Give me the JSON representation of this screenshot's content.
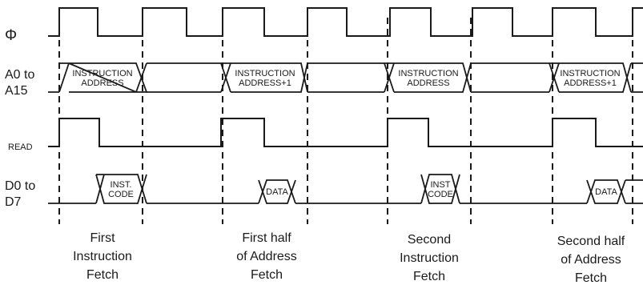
{
  "signals": {
    "clock": "Φ",
    "address_line1": "A0 to",
    "address_line2": "A15",
    "read": "READ",
    "data_line1": "D0 to",
    "data_line2": "D7"
  },
  "address_bus": [
    {
      "line1": "INSTRUCTION",
      "line2": "ADDRESS"
    },
    {
      "line1": "INSTRUCTION",
      "line2": "ADDRESS+1"
    },
    {
      "line1": "INSTRUCTION",
      "line2": "ADDRESS"
    },
    {
      "line1": "INSTRUCTION",
      "line2": "ADDRESS+1"
    }
  ],
  "data_bus": [
    {
      "line1": "INST.",
      "line2": "CODE"
    },
    {
      "line1": "DATA",
      "line2": ""
    },
    {
      "line1": "INST",
      "line2": "CODE"
    },
    {
      "line1": "DATA",
      "line2": ""
    }
  ],
  "phases": [
    {
      "lines": [
        "First",
        "Instruction",
        "Fetch"
      ]
    },
    {
      "lines": [
        "First half",
        "of Address",
        "Fetch"
      ]
    },
    {
      "lines": [
        "Second",
        "Instruction",
        "Fetch"
      ]
    },
    {
      "lines": [
        "Second half",
        "of Address",
        "Fetch"
      ]
    }
  ]
}
